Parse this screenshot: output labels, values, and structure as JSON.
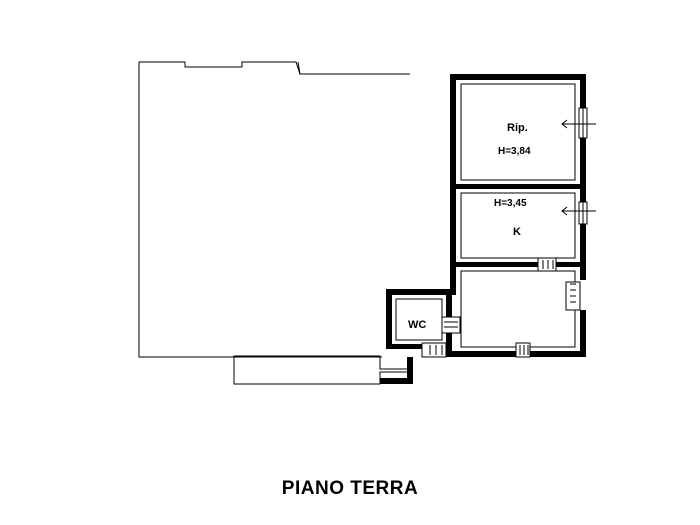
{
  "plan": {
    "title": "PIANO TERRA",
    "rooms": {
      "storage": {
        "name": "Rip.",
        "height": "H=3,84"
      },
      "kitchen": {
        "name": "K",
        "height": "H=3,45"
      },
      "wc": {
        "name": "WC"
      }
    }
  },
  "colors": {
    "wall": "#000000",
    "background": "#ffffff"
  }
}
